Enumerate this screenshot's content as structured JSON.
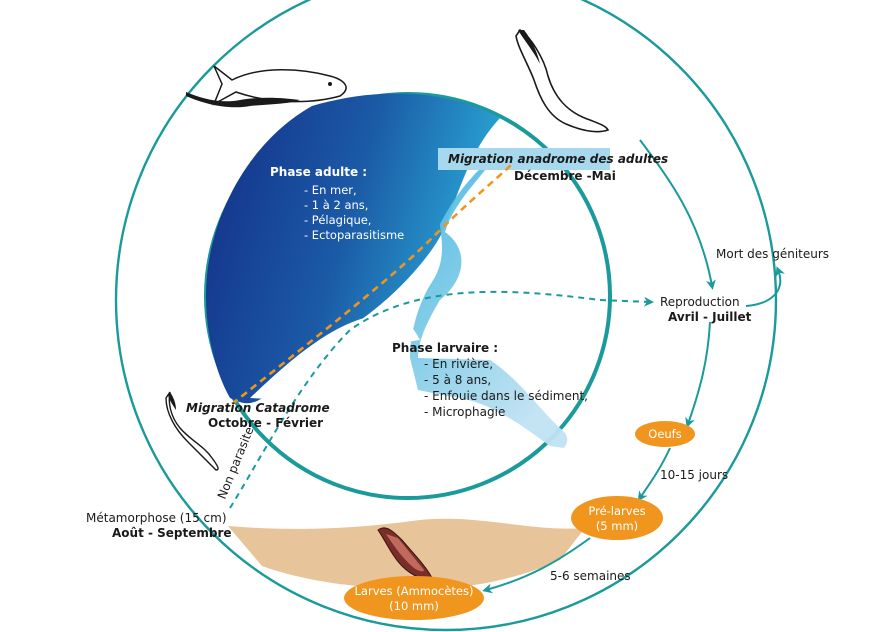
{
  "adult_phase": {
    "title": "Phase adulte :",
    "items": [
      "- En mer,",
      "- 1 à 2 ans,",
      "- Pélagique,",
      "- Ectoparasitisme"
    ]
  },
  "larval_phase": {
    "title": "Phase larvaire :",
    "items": [
      "- En rivière,",
      "- 5 à 8 ans,",
      "- Enfouie dans le sédiment,",
      "- Microphagie"
    ]
  },
  "migration_anadrome": {
    "title": "Migration anadrome des adultes",
    "period": "Décembre -Mai"
  },
  "migration_catadrome": {
    "title": "Migration Catadrome",
    "period": "Octobre - Février"
  },
  "reproduction": {
    "title": "Reproduction",
    "period": "Avril - Juillet"
  },
  "mort": "Mort des géniteurs",
  "oeufs": "Oeufs",
  "jours": "10-15 jours",
  "pre_larves": {
    "line1": "Pré-larves",
    "line2": "(5 mm)"
  },
  "semaines": "5-6 semaines",
  "larves": {
    "line1": "Larves (Ammocètes)",
    "line2": "(10 mm)"
  },
  "metamorphose": {
    "title": "Métamorphose (15 cm)",
    "period": "Août - Septembre"
  },
  "non_parasite": "Non parasite",
  "colors": {
    "teal": "#1a9a9a",
    "orange": "#f0961e",
    "sand": "#e8c49a",
    "deep_blue": "#15368c",
    "light_blue": "#a8d8ee"
  }
}
